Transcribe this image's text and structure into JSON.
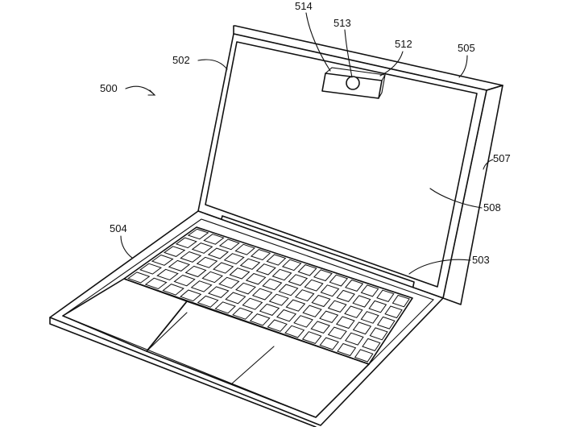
{
  "figure": {
    "labels": {
      "r500": "500",
      "r502": "502",
      "r503": "503",
      "r504": "504",
      "r505": "505",
      "r507": "507",
      "r508": "508",
      "r512": "512",
      "r513": "513",
      "r514": "514"
    }
  }
}
